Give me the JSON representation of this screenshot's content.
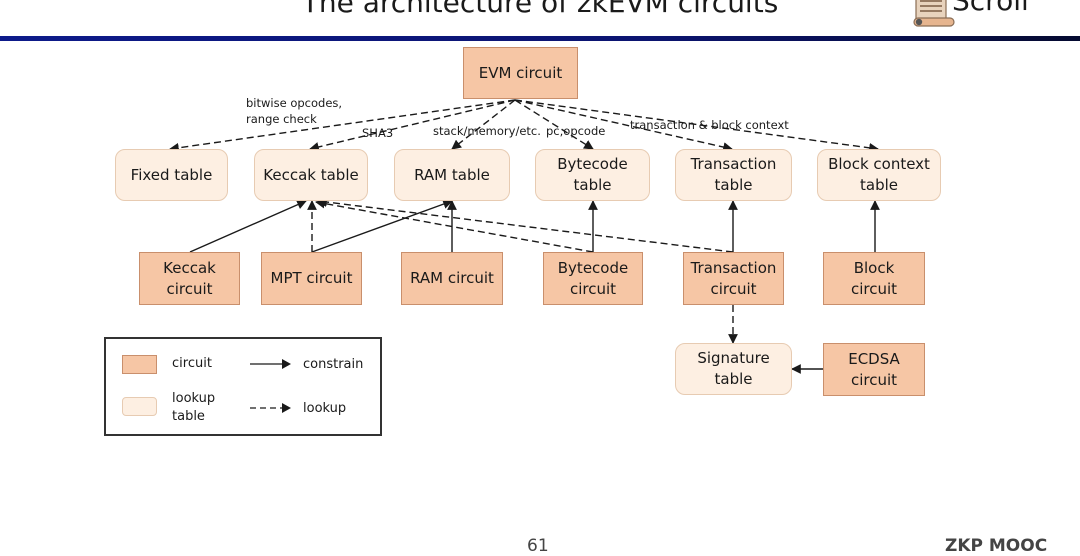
{
  "slide": {
    "title": "The architecture of zkEVM circuits",
    "logo_text": "Scroll",
    "logo_icon": "scroll-icon",
    "page_number": "61",
    "footer_brand": "ZKP MOOC"
  },
  "colors": {
    "circuit_fill": "#f6c6a5",
    "circuit_border": "#c98f6c",
    "table_fill": "#fdefe2",
    "table_border": "#e7cbb2",
    "title_rule": "#0d1a8a",
    "arrow": "#1a1a1a"
  },
  "nodes": {
    "evm_circuit": "EVM circuit",
    "fixed_table": "Fixed table",
    "keccak_table": "Keccak table",
    "ram_table": "RAM table",
    "bytecode_table": "Bytecode table",
    "transaction_table": "Transaction table",
    "block_context_table": "Block context table",
    "keccak_circuit": "Keccak circuit",
    "mpt_circuit": "MPT circuit",
    "ram_circuit": "RAM circuit",
    "bytecode_circuit": "Bytecode circuit",
    "transaction_circuit": "Transaction circuit",
    "block_circuit": "Block circuit",
    "signature_table": "Signature table",
    "ecdsa_circuit": "ECDSA circuit"
  },
  "edge_labels": {
    "fixed": "bitwise opcodes,\nrange check",
    "keccak": "SHA3",
    "ram": "stack/memory/etc.",
    "bytecode": "pc,opcode",
    "context": "transaction & block context"
  },
  "edges": [
    {
      "from": "evm_circuit",
      "to": "fixed_table",
      "kind": "lookup"
    },
    {
      "from": "evm_circuit",
      "to": "keccak_table",
      "kind": "lookup"
    },
    {
      "from": "evm_circuit",
      "to": "ram_table",
      "kind": "lookup"
    },
    {
      "from": "evm_circuit",
      "to": "bytecode_table",
      "kind": "lookup"
    },
    {
      "from": "evm_circuit",
      "to": "transaction_table",
      "kind": "lookup"
    },
    {
      "from": "evm_circuit",
      "to": "block_context_table",
      "kind": "lookup"
    },
    {
      "from": "keccak_circuit",
      "to": "keccak_table",
      "kind": "constrain"
    },
    {
      "from": "mpt_circuit",
      "to": "keccak_table",
      "kind": "lookup"
    },
    {
      "from": "mpt_circuit",
      "to": "ram_table",
      "kind": "constrain"
    },
    {
      "from": "ram_circuit",
      "to": "ram_table",
      "kind": "constrain"
    },
    {
      "from": "bytecode_circuit",
      "to": "keccak_table",
      "kind": "lookup"
    },
    {
      "from": "bytecode_circuit",
      "to": "bytecode_table",
      "kind": "constrain"
    },
    {
      "from": "transaction_circuit",
      "to": "keccak_table",
      "kind": "lookup"
    },
    {
      "from": "transaction_circuit",
      "to": "transaction_table",
      "kind": "constrain"
    },
    {
      "from": "block_circuit",
      "to": "block_context_table",
      "kind": "constrain"
    },
    {
      "from": "transaction_circuit",
      "to": "signature_table",
      "kind": "lookup"
    },
    {
      "from": "ecdsa_circuit",
      "to": "signature_table",
      "kind": "constrain"
    }
  ],
  "legend": {
    "circuit": "circuit",
    "lookup_table": "lookup\ntable",
    "constrain": "constrain",
    "lookup": "lookup"
  }
}
